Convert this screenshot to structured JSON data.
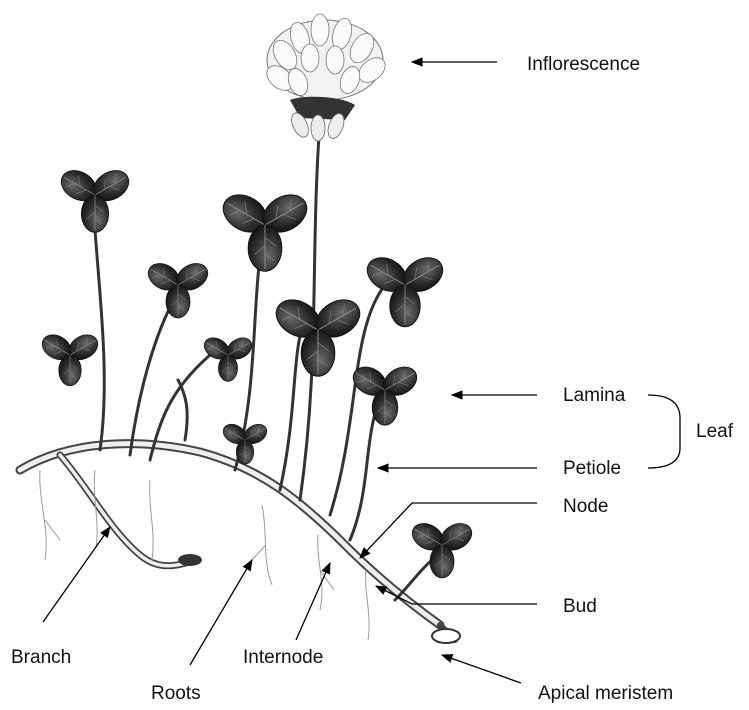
{
  "labels": {
    "inflorescence": "Inflorescence",
    "lamina": "Lamina",
    "petiole": "Petiole",
    "leaf": "Leaf",
    "node": "Node",
    "bud": "Bud",
    "branch": "Branch",
    "roots": "Roots",
    "internode": "Internode",
    "apical_meristem": "Apical meristem"
  }
}
